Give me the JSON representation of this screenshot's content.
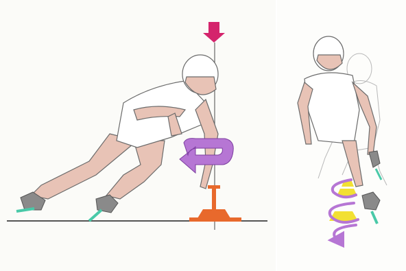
{
  "figure": {
    "panels": [
      {
        "id": "left",
        "subject": "skater-lean-with-force-arrow-and-stand"
      },
      {
        "id": "right",
        "subject": "skater-front-view-with-rotation"
      }
    ],
    "colors": {
      "skin": "#e8c3b6",
      "outline": "#6b6b6b",
      "force_arrow": "#d4246c",
      "torque_arrow": "#b676d4",
      "stand": "#e8692c",
      "boot": "#8a8a8a",
      "blade": "#49c9a8",
      "cone": "#f2e033",
      "ground": "#555555"
    },
    "icons": [
      "force-down-arrow-icon",
      "rotation-arrow-icon",
      "spiral-rotation-arrow-icon",
      "cone-icon"
    ]
  }
}
